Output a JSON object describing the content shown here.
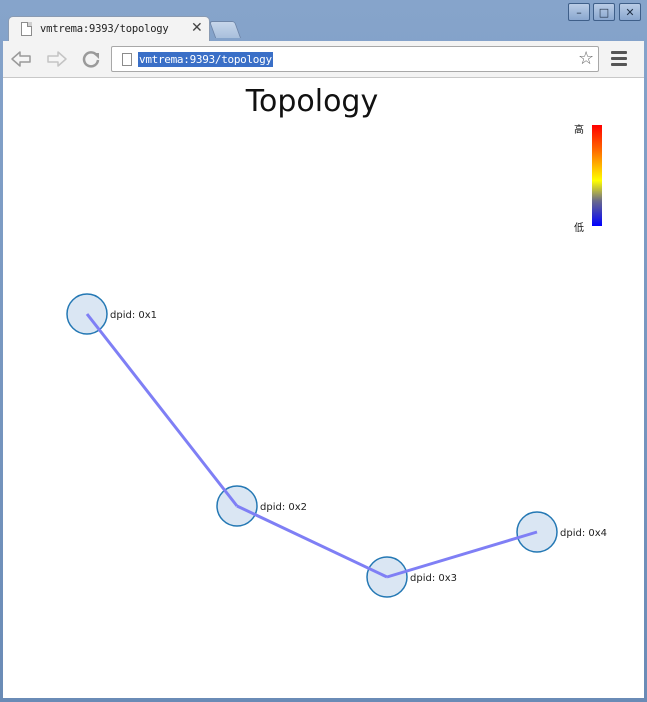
{
  "window": {
    "controls": {
      "minimize": "–",
      "maximize": "□",
      "close": "✕"
    }
  },
  "tab": {
    "title": "vmtrema:9393/topology",
    "close_glyph": "✕",
    "icon": "page-icon"
  },
  "toolbar": {
    "back_icon": "back-arrow-icon",
    "forward_icon": "forward-arrow-icon",
    "reload_icon": "reload-icon",
    "url": "vmtrema:9393/topology",
    "star_icon": "bookmark-star-icon",
    "menu_icon": "hamburger-menu-icon"
  },
  "page": {
    "title": "Topology",
    "legend": {
      "high": "高",
      "low": "低"
    },
    "switches": [
      {
        "id": "s1",
        "label": "dpid: 0x1"
      },
      {
        "id": "s2",
        "label": "dpid: 0x2"
      },
      {
        "id": "s3",
        "label": "dpid: 0x3"
      },
      {
        "id": "s4",
        "label": "dpid: 0x4"
      }
    ],
    "links": [
      {
        "from": "s1",
        "to": "s2"
      },
      {
        "from": "s2",
        "to": "s3"
      },
      {
        "from": "s3",
        "to": "s4"
      }
    ],
    "colors": {
      "node_fill": "#d3e2f1",
      "node_stroke": "#2478b4",
      "link": "#7f7ff5"
    }
  }
}
